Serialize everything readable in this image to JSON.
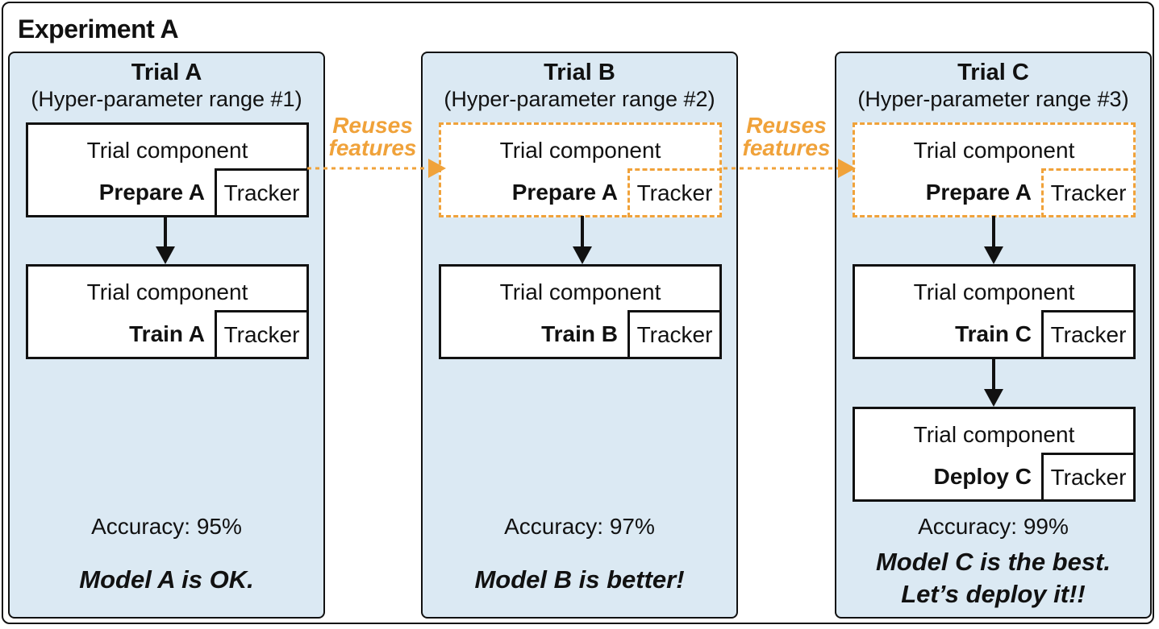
{
  "experiment": {
    "title": "Experiment A"
  },
  "trials": [
    {
      "title": "Trial A",
      "subtitle": "(Hyper-parameter range #1)",
      "components": [
        {
          "title": "Trial component",
          "name": "Prepare A",
          "tracker": "Tracker"
        },
        {
          "title": "Trial component",
          "name": "Train A",
          "tracker": "Tracker"
        }
      ],
      "accuracy": "Accuracy: 95%",
      "verdict": "Model A is OK."
    },
    {
      "title": "Trial B",
      "subtitle": "(Hyper-parameter range #2)",
      "components": [
        {
          "title": "Trial component",
          "name": "Prepare A",
          "tracker": "Tracker"
        },
        {
          "title": "Trial component",
          "name": "Train B",
          "tracker": "Tracker"
        }
      ],
      "accuracy": "Accuracy: 97%",
      "verdict": "Model B is better!"
    },
    {
      "title": "Trial C",
      "subtitle": "(Hyper-parameter range #3)",
      "components": [
        {
          "title": "Trial component",
          "name": "Prepare A",
          "tracker": "Tracker"
        },
        {
          "title": "Trial component",
          "name": "Train C",
          "tracker": "Tracker"
        },
        {
          "title": "Trial component",
          "name": "Deploy C",
          "tracker": "Tracker"
        }
      ],
      "accuracy": "Accuracy: 99%",
      "verdict_line1": "Model C is the best.",
      "verdict_line2": "Let’s deploy it!!"
    }
  ],
  "reuse_labels": [
    {
      "line1": "Reuses",
      "line2": "features"
    },
    {
      "line1": "Reuses",
      "line2": "features"
    }
  ],
  "colors": {
    "panel": "#dbe9f3",
    "accent": "#f0a23a",
    "stroke": "#111111"
  }
}
